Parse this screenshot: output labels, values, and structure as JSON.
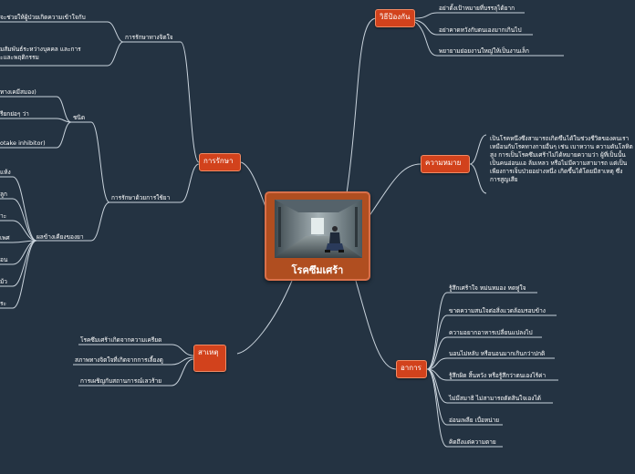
{
  "central": {
    "title": "โรคซึมเศร้า",
    "image": "person-sitting-in-tunnel"
  },
  "topics": {
    "prevention": {
      "label": "วิธีป้องกัน",
      "items": [
        "อย่าตั้งเป้าหมายที่บรรลุได้ยาก",
        "อย่าคาดหวังกับตนเองมากเกินไป",
        "พยายามย่อยงานใหญ่ให้เป็นงานเล็ก"
      ]
    },
    "meaning": {
      "label": "ความหมาย",
      "lines": [
        "เป็นโรคหนึ่งซึ่งสามารถเกิดขึ้นได้ในช่วงชีวิตของคนเรา",
        "เหมือนกับโรคทางกายอื่นๆ เช่น เบาหวาน ความดันโลหิต",
        "สูง การเป็นโรคซึมเศร้าไม่ได้หมายความว่า ผู้ที่เป็นนั้น",
        "เป็นคนอ่อนแอ ล้มเหลว หรือไม่มีความสามารถ แต่เป็น",
        "เพียงการเจ็บป่วยอย่างหนึ่ง เกิดขึ้นได้โดยมีสาเหตุ ซึ่ง",
        "การสูญเสีย"
      ]
    },
    "symptoms": {
      "label": "อาการ",
      "items": [
        "รู้สึกเศร้าใจ หม่นหมอง หดหู่ใจ",
        "ขาดความสนใจต่อสิ่งแวดล้อมรอบข้าง",
        "ความอยากอาหารเปลี่ยนแปลงไป",
        "นอนไม่หลับ หรือนอนมากเกินกว่าปกติ",
        "รู้สึกผิด สิ้นหวัง หรือรู้สึกว่าตนเองไร้ค่า",
        "ไม่มีสมาธิ ไม่สามารถตัดสินใจเองได้",
        "อ่อนเพลีย เบื่อหน่าย",
        "คิดถึงแต่ความตาย"
      ]
    },
    "causes": {
      "label": "สาเหตุ",
      "items": [
        "โรคซึมเศร้าเกิดจากความเครียด",
        "สภาพทางจิตใจที่เกิดจากการเลี้ยงดู",
        "การเผชิญกับสถานการณ์เลวร้าย"
      ]
    },
    "treatment": {
      "label": "การรักษา",
      "psych": {
        "label": "การรักษาทางจิตใจ",
        "items": [
          "จะช่วยให้ผู้ป่วยเกิดความเข้าใจกับ",
          [
            "มสัมพันธ์ระหว่างบุคคล และการ",
            "ะและพฤติกรรม"
          ]
        ]
      },
      "drug": {
        "label": "การรักษาด้วยการใช้ยา",
        "types": {
          "label": "ชนิด",
          "items": [
            "ทางเคมีสมอง)",
            "รียกย่อๆ ว่า",
            "otake inhibitor)"
          ]
        },
        "side_effects": {
          "label": "ผลข้างเคียงของยา",
          "items": [
            "แห้ง",
            "ลูก",
            "าะ",
            "เพศ",
            "อน",
            "ม้ว",
            "ระ"
          ]
        }
      }
    }
  }
}
